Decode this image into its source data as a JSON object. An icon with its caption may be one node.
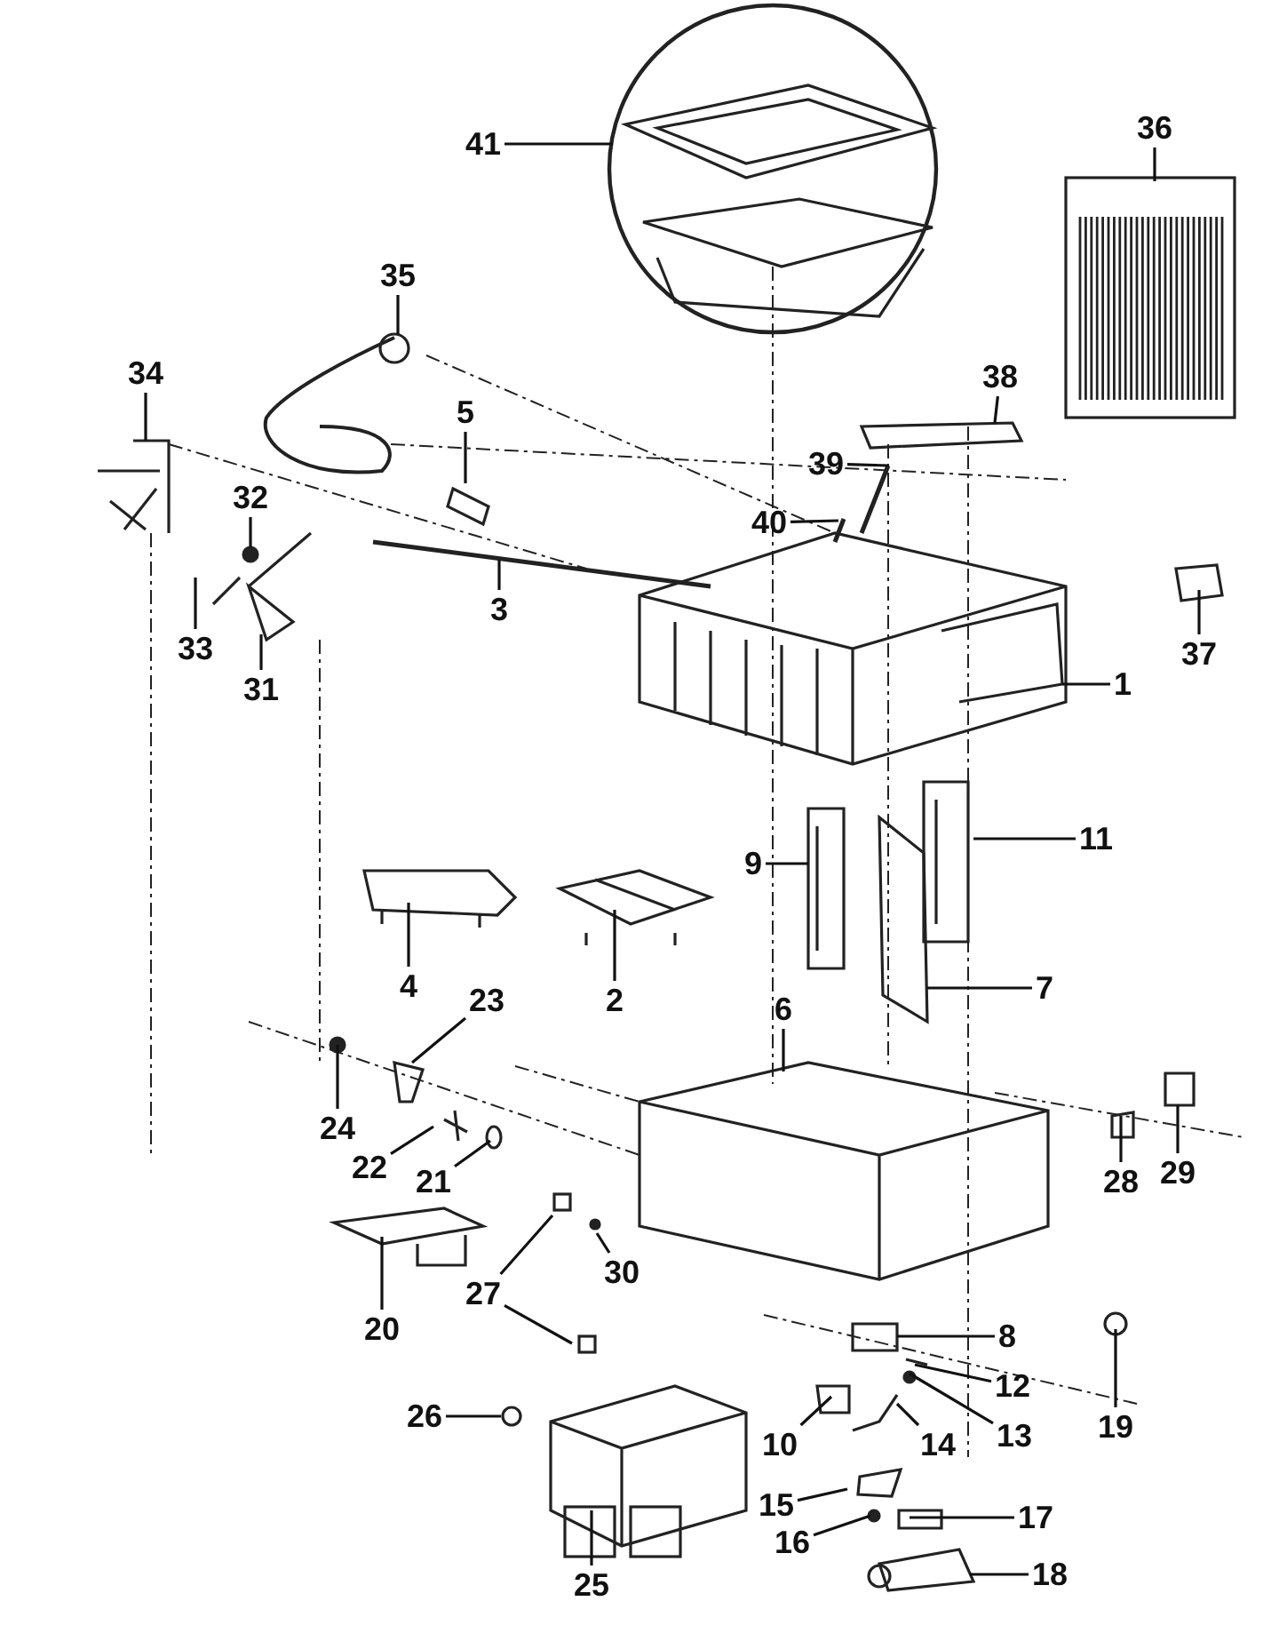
{
  "diagram": {
    "nodes": [
      {
        "text": [
          "41"
        ]
      },
      {
        "text": [
          "36"
        ]
      },
      {
        "text": [
          "35"
        ]
      },
      {
        "text": [
          "34"
        ]
      },
      {
        "text": [
          "38"
        ]
      },
      {
        "text": [
          "5"
        ]
      },
      {
        "text": [
          "39"
        ]
      },
      {
        "text": [
          "32"
        ]
      },
      {
        "text": [
          "40"
        ]
      },
      {
        "text": [
          "33"
        ]
      },
      {
        "text": [
          "3"
        ]
      },
      {
        "text": [
          "31"
        ]
      },
      {
        "text": [
          "37"
        ]
      },
      {
        "text": [
          "1"
        ]
      },
      {
        "text": [
          "11"
        ]
      },
      {
        "text": [
          "9"
        ]
      },
      {
        "text": [
          "4"
        ]
      },
      {
        "text": [
          "2"
        ]
      },
      {
        "text": [
          "7"
        ]
      },
      {
        "text": [
          "6"
        ]
      },
      {
        "text": [
          "23"
        ]
      },
      {
        "text": [
          "24"
        ]
      },
      {
        "text": [
          "29"
        ]
      },
      {
        "text": [
          "28"
        ]
      },
      {
        "text": [
          "22"
        ]
      },
      {
        "text": [
          "21"
        ]
      },
      {
        "text": [
          "30"
        ]
      },
      {
        "text": [
          "27"
        ]
      },
      {
        "text": [
          "20"
        ]
      },
      {
        "text": [
          "8"
        ]
      },
      {
        "text": [
          "12"
        ]
      },
      {
        "text": [
          "19"
        ]
      },
      {
        "text": [
          "26"
        ]
      },
      {
        "text": [
          "13"
        ]
      },
      {
        "text": [
          "10"
        ]
      },
      {
        "text": [
          "14"
        ]
      },
      {
        "text": [
          "15"
        ]
      },
      {
        "text": [
          "16"
        ]
      },
      {
        "text": [
          "17"
        ]
      },
      {
        "text": [
          "18"
        ]
      },
      {
        "text": [
          "25"
        ]
      }
    ],
    "edges": [
      {
        "from": 0,
        "to": null,
        "arrow": "none"
      },
      {
        "from": 1,
        "to": null,
        "arrow": "none"
      },
      {
        "from": 2,
        "to": null,
        "arrow": "none"
      },
      {
        "from": 3,
        "to": null,
        "arrow": "none"
      },
      {
        "from": 4,
        "to": null,
        "arrow": "none"
      },
      {
        "from": 5,
        "to": null,
        "arrow": "none"
      },
      {
        "from": 6,
        "to": null,
        "arrow": "none"
      },
      {
        "from": 7,
        "to": null,
        "arrow": "none"
      },
      {
        "from": 8,
        "to": null,
        "arrow": "none"
      },
      {
        "from": 9,
        "to": null,
        "arrow": "none"
      },
      {
        "from": 10,
        "to": null,
        "arrow": "none"
      },
      {
        "from": 11,
        "to": null,
        "arrow": "none"
      },
      {
        "from": 12,
        "to": null,
        "arrow": "none"
      },
      {
        "from": 13,
        "to": null,
        "arrow": "none"
      },
      {
        "from": 14,
        "to": null,
        "arrow": "none"
      },
      {
        "from": 15,
        "to": null,
        "arrow": "none"
      },
      {
        "from": 16,
        "to": null,
        "arrow": "none"
      },
      {
        "from": 17,
        "to": null,
        "arrow": "none"
      },
      {
        "from": 18,
        "to": null,
        "arrow": "none"
      },
      {
        "from": 19,
        "to": null,
        "arrow": "none"
      },
      {
        "from": 20,
        "to": null,
        "arrow": "none"
      },
      {
        "from": 21,
        "to": null,
        "arrow": "none"
      },
      {
        "from": 22,
        "to": null,
        "arrow": "none"
      },
      {
        "from": 23,
        "to": null,
        "arrow": "none"
      },
      {
        "from": 24,
        "to": null,
        "arrow": "none"
      },
      {
        "from": 25,
        "to": null,
        "arrow": "none"
      },
      {
        "from": 26,
        "to": null,
        "arrow": "none"
      },
      {
        "from": 27,
        "to": null,
        "arrow": "none"
      },
      {
        "from": 27,
        "to": null,
        "arrow": "none"
      },
      {
        "from": 28,
        "to": null,
        "arrow": "none"
      },
      {
        "from": 29,
        "to": null,
        "arrow": "none"
      },
      {
        "from": 30,
        "to": null,
        "arrow": "none"
      },
      {
        "from": 31,
        "to": null,
        "arrow": "none"
      },
      {
        "from": 32,
        "to": null,
        "arrow": "none"
      },
      {
        "from": 33,
        "to": null,
        "arrow": "none"
      },
      {
        "from": 34,
        "to": null,
        "arrow": "none"
      },
      {
        "from": 35,
        "to": null,
        "arrow": "none"
      },
      {
        "from": 36,
        "to": null,
        "arrow": "none"
      },
      {
        "from": 37,
        "to": null,
        "arrow": "none"
      },
      {
        "from": 38,
        "to": null,
        "arrow": "none"
      },
      {
        "from": 39,
        "to": null,
        "arrow": "none"
      },
      {
        "from": 40,
        "to": null,
        "arrow": "none"
      }
    ]
  }
}
